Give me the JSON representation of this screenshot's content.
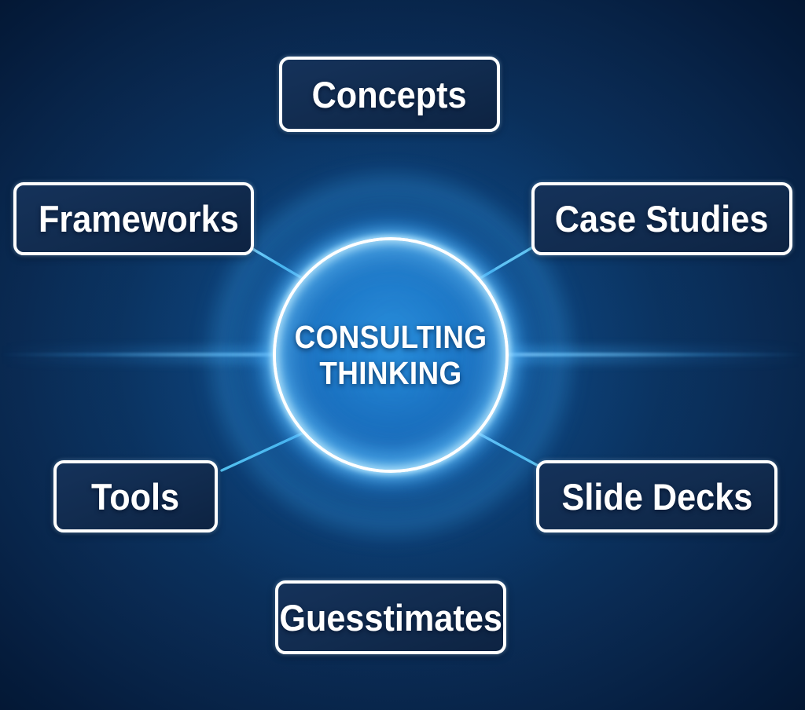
{
  "diagram": {
    "title": "Consulting Thinking hub-and-spoke diagram",
    "hub": {
      "line1": "CONSULTING",
      "line2": "THINKING"
    },
    "nodes": [
      {
        "id": "concepts",
        "label": "Concepts",
        "position": "top"
      },
      {
        "id": "case-studies",
        "label": "Case Studies",
        "position": "top-right"
      },
      {
        "id": "slide-decks",
        "label": "Slide Decks",
        "position": "bottom-right"
      },
      {
        "id": "guesstimates",
        "label": "Guesstimates",
        "position": "bottom"
      },
      {
        "id": "tools",
        "label": "Tools",
        "position": "bottom-left"
      },
      {
        "id": "frameworks",
        "label": "Frameworks",
        "position": "top-left"
      }
    ],
    "colors": {
      "background_dark": "#010f24",
      "background_mid": "#0d3f73",
      "background_light": "#12548f",
      "hub_core": "#2a8fdc",
      "hub_ring": "#ffffff",
      "connector": "#5cc5ee",
      "node_border": "#ffffff",
      "node_fill": "#15325a",
      "label_text": "#ffffff",
      "flare": "#d2f0ff"
    }
  }
}
